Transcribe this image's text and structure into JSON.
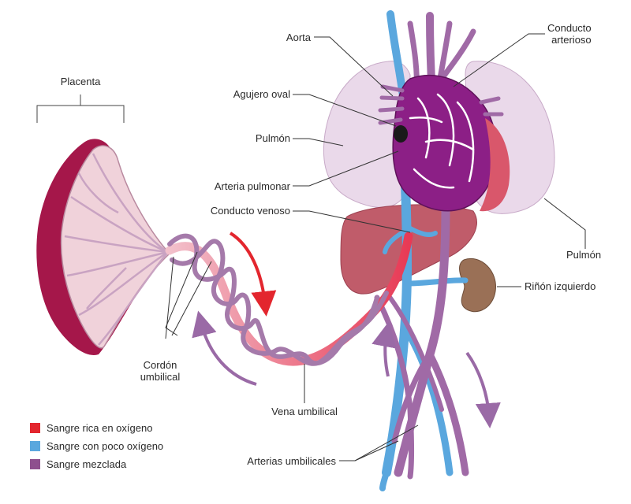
{
  "labels": {
    "placenta": "Placenta",
    "aorta": "Aorta",
    "conducto_arterioso": [
      "Conducto",
      "arterioso"
    ],
    "agujero_oval": "Agujero oval",
    "pulmon_left": "Pulmón",
    "arteria_pulmonar": "Arteria pulmonar",
    "conducto_venoso": "Conducto venoso",
    "pulmon_right": "Pulmón",
    "rinon_izquierdo": "Riñón izquierdo",
    "cordon_umbilical": [
      "Cordón",
      "umbilical"
    ],
    "vena_umbilical": "Vena umbilical",
    "arterias_umbilicales": "Arterias umbilicales"
  },
  "legend": [
    {
      "label": "Sangre rica en oxígeno",
      "color": "#e3262e"
    },
    {
      "label": "Sangre con poco oxígeno",
      "color": "#5aa7de"
    },
    {
      "label": "Sangre mezclada",
      "color": "#8e4f8e"
    }
  ],
  "colors": {
    "oxygen_rich": "#e3262e",
    "low_oxygen": "#5aa7de",
    "mixed": "#a06aa6",
    "heart": "#8c1f86",
    "lung": "#ead9ea",
    "liver": "#c05c6a",
    "kidney": "#9a7056",
    "placenta": "#a5174a"
  }
}
